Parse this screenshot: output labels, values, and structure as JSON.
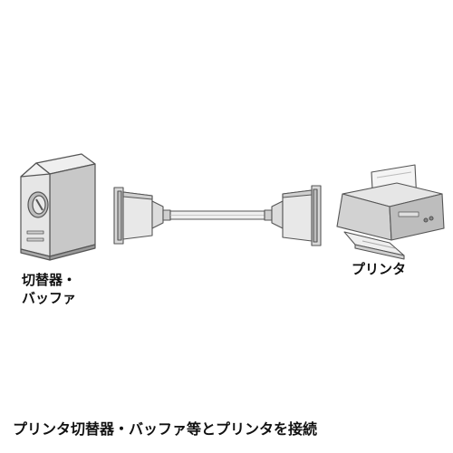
{
  "labels": {
    "switcher_line1": "切替器・",
    "switcher_line2": "バッファ",
    "printer": "プリンタ"
  },
  "caption": "プリンタ切替器・バッファ等とプリンタを接続",
  "icons": {
    "device": "switcher-tower-icon",
    "cable": "parallel-cable-icon",
    "printer": "printer-icon"
  },
  "colors": {
    "body": "#e4e4e4",
    "shade": "#c6c6c6",
    "outline": "#555555"
  }
}
